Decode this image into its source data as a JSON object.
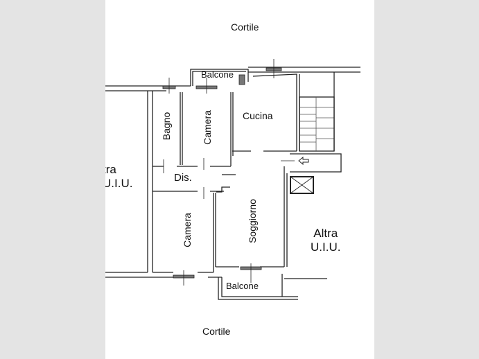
{
  "labels": {
    "top_courtyard": "Cortile",
    "bottom_courtyard": "Cortile",
    "top_balcony": "Balcone",
    "bottom_balcony": "Balcone",
    "bathroom": "Bagno",
    "bedroom_top": "Camera",
    "kitchen": "Cucina",
    "hallway": "Dis.",
    "bedroom_bottom": "Camera",
    "living_room": "Soggiorno",
    "left_unit_line1": "tra",
    "left_unit_line2": "U.I.U.",
    "right_unit_line1": "Altra",
    "right_unit_line2": "U.I.U."
  }
}
